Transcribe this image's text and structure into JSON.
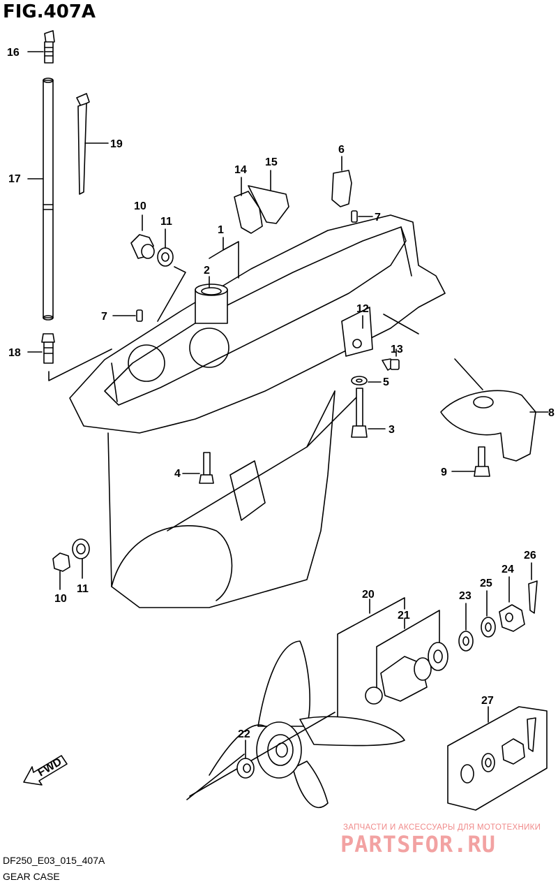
{
  "figure": {
    "title": "FIG.407A",
    "code": "DF250_E03_015_407A",
    "name": "GEAR CASE",
    "direction_label": "FWD"
  },
  "callouts": [
    "1",
    "2",
    "3",
    "4",
    "5",
    "6",
    "7",
    "8",
    "9",
    "10",
    "11",
    "12",
    "13",
    "14",
    "15",
    "16",
    "17",
    "18",
    "19",
    "20",
    "21",
    "22",
    "23",
    "24",
    "25",
    "26",
    "27"
  ],
  "watermark": {
    "text": "ЗАПЧАСТИ И АКСЕССУАРЫ ДЛЯ МОТОТЕХНИКИ",
    "logo": "PARTSFOR.RU"
  }
}
